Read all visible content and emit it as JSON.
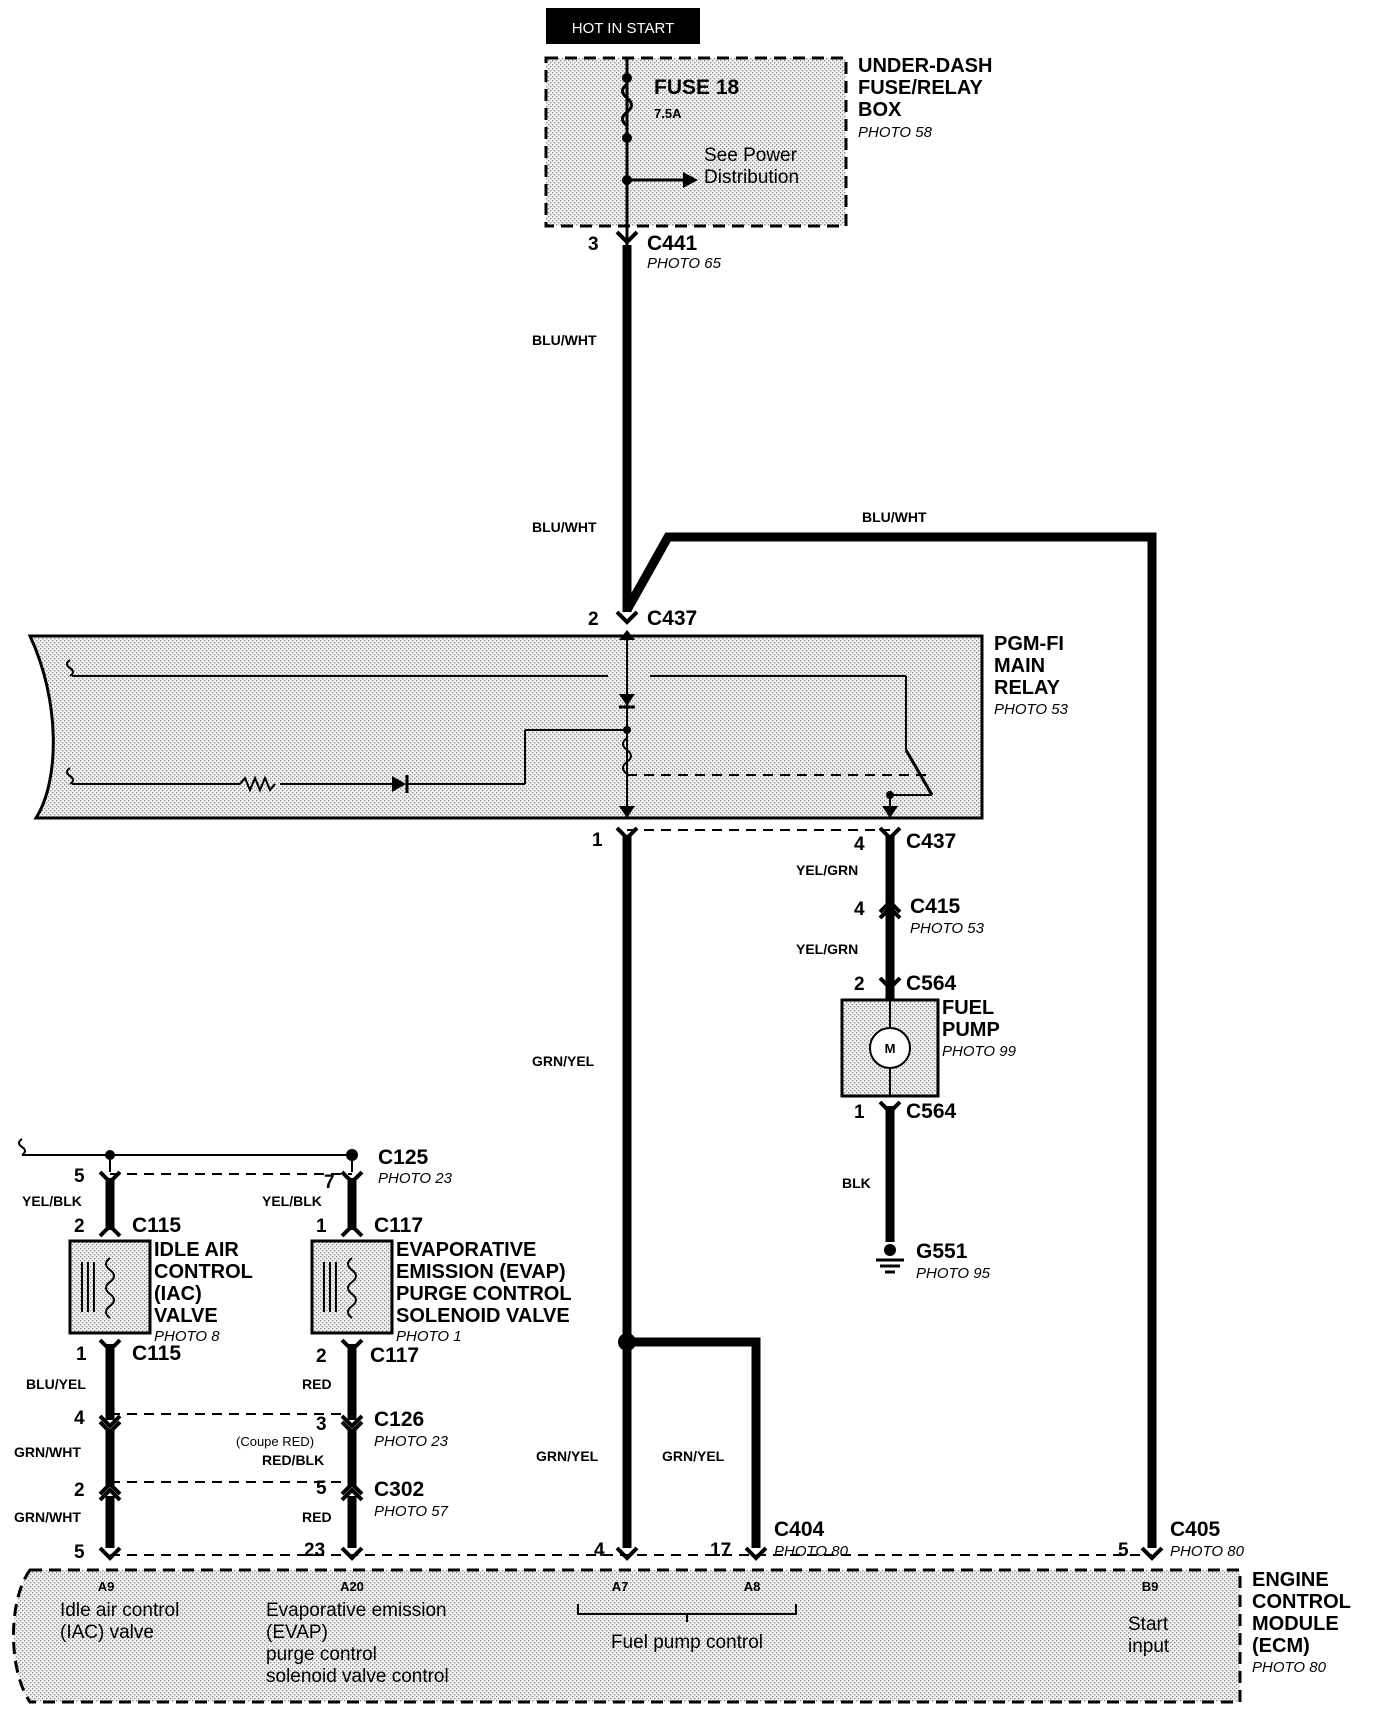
{
  "power": {
    "hot_label": "HOT IN START"
  },
  "fuse_box": {
    "fuse_name": "FUSE 18",
    "fuse_rating": "7.5A",
    "see_line1": "See Power",
    "see_line2": "Distribution",
    "title_lines": [
      "UNDER-DASH",
      "FUSE/RELAY",
      "BOX"
    ],
    "photo": "PHOTO 58"
  },
  "connectors": {
    "c441": {
      "name": "C441",
      "pin": "3",
      "photo": "PHOTO 65"
    },
    "c437_top": {
      "name": "C437",
      "pin": "2"
    },
    "c437_out1": {
      "pin": "1"
    },
    "c437_out4": {
      "name": "C437",
      "pin": "4"
    },
    "c415": {
      "name": "C415",
      "pin": "4",
      "photo": "PHOTO 53"
    },
    "c564_top": {
      "name": "C564",
      "pin": "2"
    },
    "c564_bot": {
      "name": "C564",
      "pin": "1"
    },
    "c125": {
      "name": "C125",
      "photo": "PHOTO 23",
      "pin_left": "5",
      "pin_right": "7"
    },
    "c115_top": {
      "name": "C115",
      "pin": "2"
    },
    "c115_bot": {
      "name": "C115",
      "pin": "1"
    },
    "c117_top": {
      "name": "C117",
      "pin": "1"
    },
    "c117_bot": {
      "name": "C117",
      "pin": "2"
    },
    "c126": {
      "name": "C126",
      "photo": "PHOTO 23",
      "pin_left": "4",
      "pin_right": "3"
    },
    "c302": {
      "name": "C302",
      "photo": "PHOTO 57",
      "pin_left": "2",
      "pin_right": "5"
    },
    "c404": {
      "name": "C404",
      "photo": "PHOTO 80",
      "pin_a": "4",
      "pin_b": "17"
    },
    "c405": {
      "name": "C405",
      "photo": "PHOTO 80",
      "pin": "5"
    },
    "ecm_left": {
      "pin_a": "5",
      "pin_b": "23"
    }
  },
  "wires": {
    "blu_wht": "BLU/WHT",
    "yel_grn": "YEL/GRN",
    "grn_yel": "GRN/YEL",
    "blk": "BLK",
    "yel_blk": "YEL/BLK",
    "blu_yel": "BLU/YEL",
    "grn_wht": "GRN/WHT",
    "red": "RED",
    "coupe_red": "(Coupe RED)",
    "red_blk": "RED/BLK"
  },
  "relay": {
    "title_lines": [
      "PGM-FI",
      "MAIN",
      "RELAY"
    ],
    "photo": "PHOTO 53"
  },
  "fuel_pump": {
    "title_lines": [
      "FUEL",
      "PUMP"
    ],
    "photo": "PHOTO 99",
    "motor_symbol": "M"
  },
  "ground": {
    "name": "G551",
    "photo": "PHOTO 95"
  },
  "iac": {
    "title_lines": [
      "IDLE AIR",
      "CONTROL",
      "(IAC)",
      "VALVE"
    ],
    "photo": "PHOTO 8"
  },
  "evap": {
    "title_lines": [
      "EVAPORATIVE",
      "EMISSION (EVAP)",
      "PURGE CONTROL",
      "SOLENOID VALVE"
    ],
    "photo": "PHOTO 1"
  },
  "ecm": {
    "title_lines": [
      "ENGINE",
      "CONTROL",
      "MODULE",
      "(ECM)"
    ],
    "photo": "PHOTO 80",
    "terminals": {
      "a9": "A9",
      "a20": "A20",
      "a7": "A7",
      "a8": "A8",
      "b9": "B9"
    },
    "desc_iac": [
      "Idle air control",
      "(IAC) valve"
    ],
    "desc_evap": [
      "Evaporative emission",
      "(EVAP)",
      "purge control",
      "solenoid valve control"
    ],
    "desc_fuel": "Fuel pump control",
    "desc_start": [
      "Start",
      "input"
    ]
  }
}
